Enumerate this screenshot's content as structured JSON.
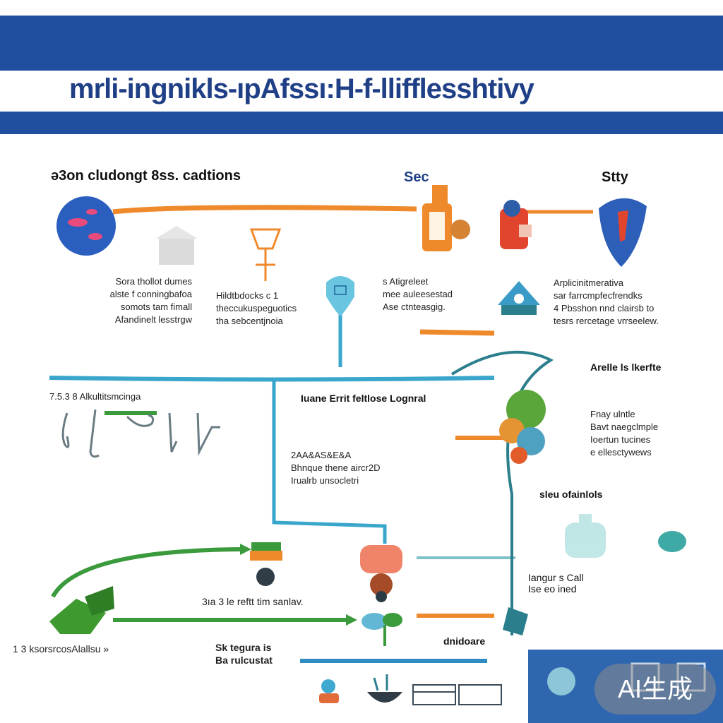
{
  "title": "mrli-ingnikls-ıpAfssı:H-f-llifflesshtivy",
  "section_headers": {
    "left": "ǝ3on cludongt 8ss. cadtions",
    "center": "Sec",
    "right": "Stty"
  },
  "text_blocks": {
    "a": [
      "Sora thollot dumes",
      "alste f conningbafoa",
      "somots tam fimall",
      "Afandinelt lesstrgw"
    ],
    "b": [
      "Hildtbdocks c 1",
      "theccukuspeguotics",
      "tha sebcentjnoia"
    ],
    "c": [
      "s Atigreleet",
      "mee auleesestad",
      "Ase ctnteasgig."
    ],
    "d": [
      "Arplicinitmerativa",
      "sar farrcmpfecfrendks",
      "4 Pbsshon nnd clairsb to",
      "tesrs rercetage vrrseelew."
    ],
    "e": "Arelle ls lkerfte",
    "f": "7.5.3 8 Alkultitsmcinga",
    "g": "Iuane Errit feltlose Lognral",
    "h": [
      "Fnay ulntle",
      "Bavt naegclmple",
      "Ioertun tucines",
      "e ellesctywews"
    ],
    "i": [
      "2AA&AS&E&A",
      "Bhnque thene aircr2D",
      "Irualrb unsocletri"
    ],
    "j": "sleu ofainlols",
    "k": [
      "Iangur s Call",
      "Ise eo ined"
    ],
    "l": "3ıa 3 le reftt tim sanlav.",
    "m": "1 3 ksorsrcosAlallsu »",
    "n": [
      "Sk tegura is",
      "Ba rulcustat"
    ],
    "o": "dnidoare"
  },
  "badge": "AI生成",
  "colors": {
    "band": "#1f4f9e",
    "title_text": "#1f3f86",
    "orange": "#ef8a2c",
    "cyan": "#3aa6cc",
    "green": "#3a9a3c",
    "teal": "#2b7f8c",
    "red": "#e2452e"
  }
}
